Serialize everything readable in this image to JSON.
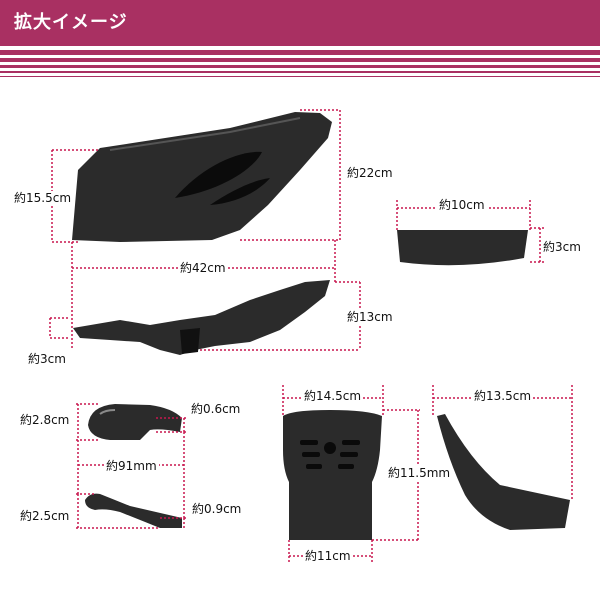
{
  "header": {
    "title": "拡大イメージ"
  },
  "colors": {
    "banner": "#a93062",
    "guide": "#c8174f",
    "part": "#2b2b2b"
  },
  "dimensions": {
    "top_part_height": "約15.5cm",
    "top_part_depth": "約22cm",
    "top_part_length": "約42cm",
    "lower_part_height": "約13cm",
    "lower_part_thickness": "約3cm",
    "small_part_width": "約10cm",
    "small_part_height": "約3cm",
    "grip_top_height": "約2.8cm",
    "grip_top_tip": "約0.6cm",
    "grip_length": "約91mm",
    "grip_bottom_height": "約2.5cm",
    "grip_bottom_tip": "約0.9cm",
    "panel_top_width": "約14.5cm",
    "panel_height": "約11.5mm",
    "panel_bottom_width": "約11cm",
    "side_part_width": "約13.5cm"
  }
}
